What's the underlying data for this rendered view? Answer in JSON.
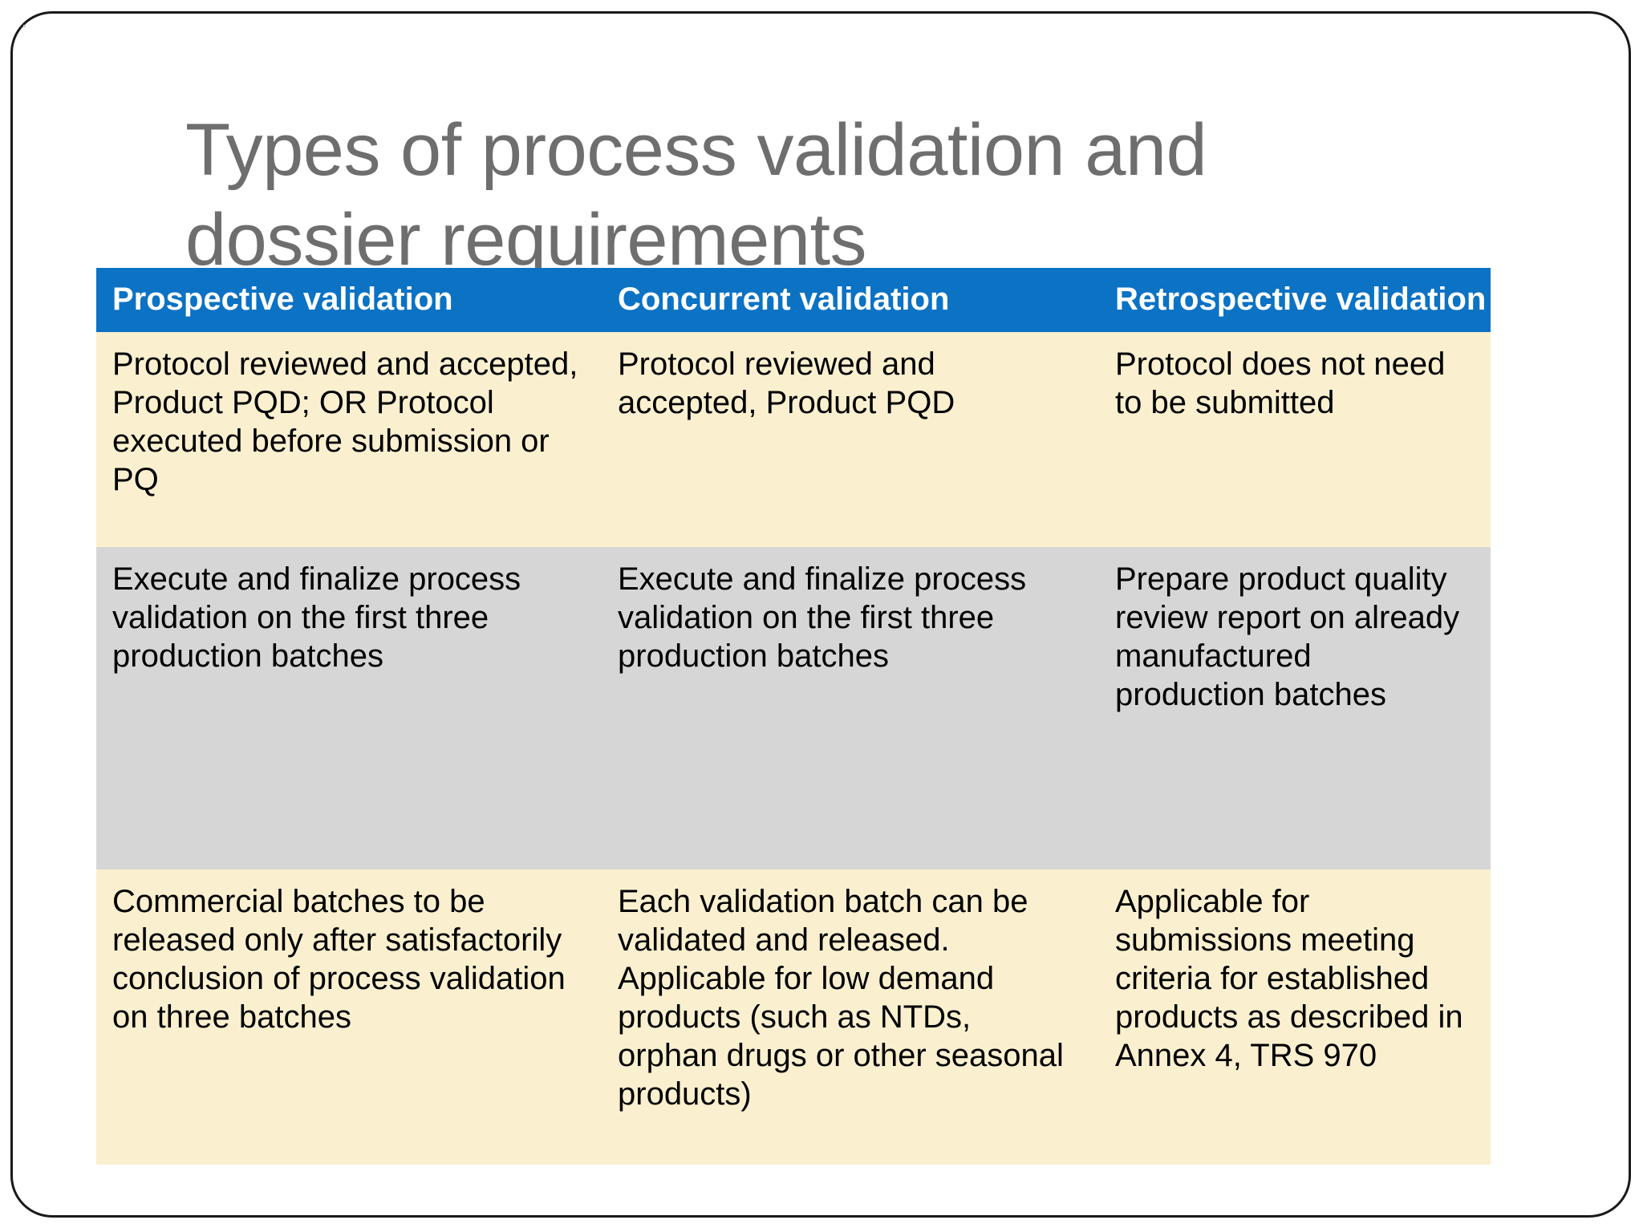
{
  "slide": {
    "title": "Types of process validation and\ndossier requirements",
    "title_color": "#6e6e6e",
    "border_color": "#1a1a1a",
    "background": "#ffffff"
  },
  "table": {
    "header_background": "#0B72C4",
    "header_text_color": "#ffffff",
    "row_cream_background": "#FAF0CF",
    "row_gray_background": "#D6D6D6",
    "body_text_color": "#000000",
    "columns": [
      "Prospective validation",
      "Concurrent validation",
      "Retrospective validation"
    ],
    "rows": [
      {
        "style": "cream",
        "cells": [
          "Protocol reviewed and accepted, Product PQD; OR Protocol executed before submission or PQ",
          "Protocol reviewed and accepted, Product PQD",
          "Protocol does not need to be submitted"
        ]
      },
      {
        "style": "gray",
        "cells": [
          "Execute and finalize process validation on the first three production batches",
          "Execute and finalize process validation on the first three production batches",
          "Prepare product quality review report on already manufactured production batches"
        ]
      },
      {
        "style": "cream",
        "cells": [
          "Commercial batches to be released only after satisfactorily conclusion of process validation on three batches",
          "Each validation batch can be validated and released. Applicable for low demand products (such as NTDs, orphan drugs or other seasonal products)",
          "Applicable for submissions meeting criteria for established products as described in Annex 4, TRS 970"
        ]
      }
    ]
  }
}
